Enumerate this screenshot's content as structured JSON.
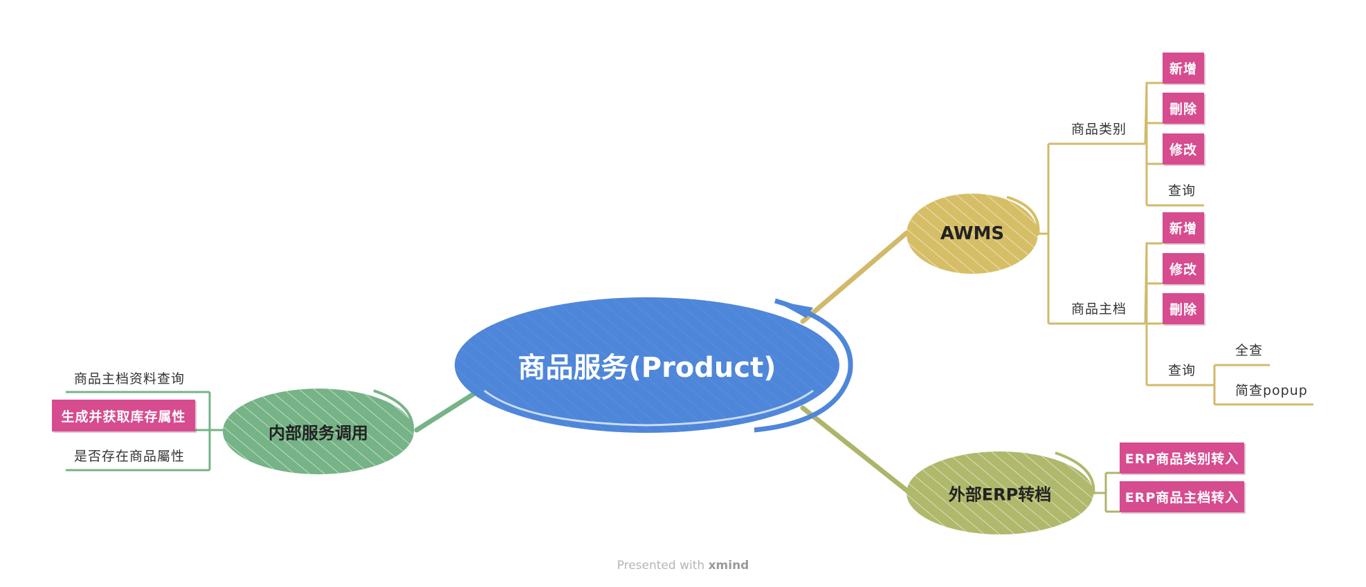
{
  "colors": {
    "center": "#4E86D9",
    "awms": "#D6BE67",
    "erp": "#B0B86C",
    "internal": "#76B386",
    "tag": "#D64C8F",
    "awms_line": "#D2B96A",
    "erp_line": "#AEB56A",
    "internal_line": "#76B386"
  },
  "center": {
    "label": "商品服务(Product)"
  },
  "awms": {
    "label": "AWMS",
    "category": {
      "label": "商品类别",
      "items": [
        "新增",
        "刪除",
        "修改",
        "查询"
      ]
    },
    "master": {
      "label": "商品主档",
      "items": [
        "新增",
        "修改",
        "刪除",
        "查询"
      ],
      "query_children": [
        "全查",
        "简查popup"
      ]
    }
  },
  "erp": {
    "label": "外部ERP转档",
    "items": [
      "ERP商品类别转入",
      "ERP商品主档转入"
    ]
  },
  "internal": {
    "label": "内部服务调用",
    "items": [
      "商品主档资料查询",
      "生成并获取库存属性",
      "是否存在商品屬性"
    ]
  },
  "footer": {
    "prefix": "Presented with",
    "brand": "xmind"
  }
}
